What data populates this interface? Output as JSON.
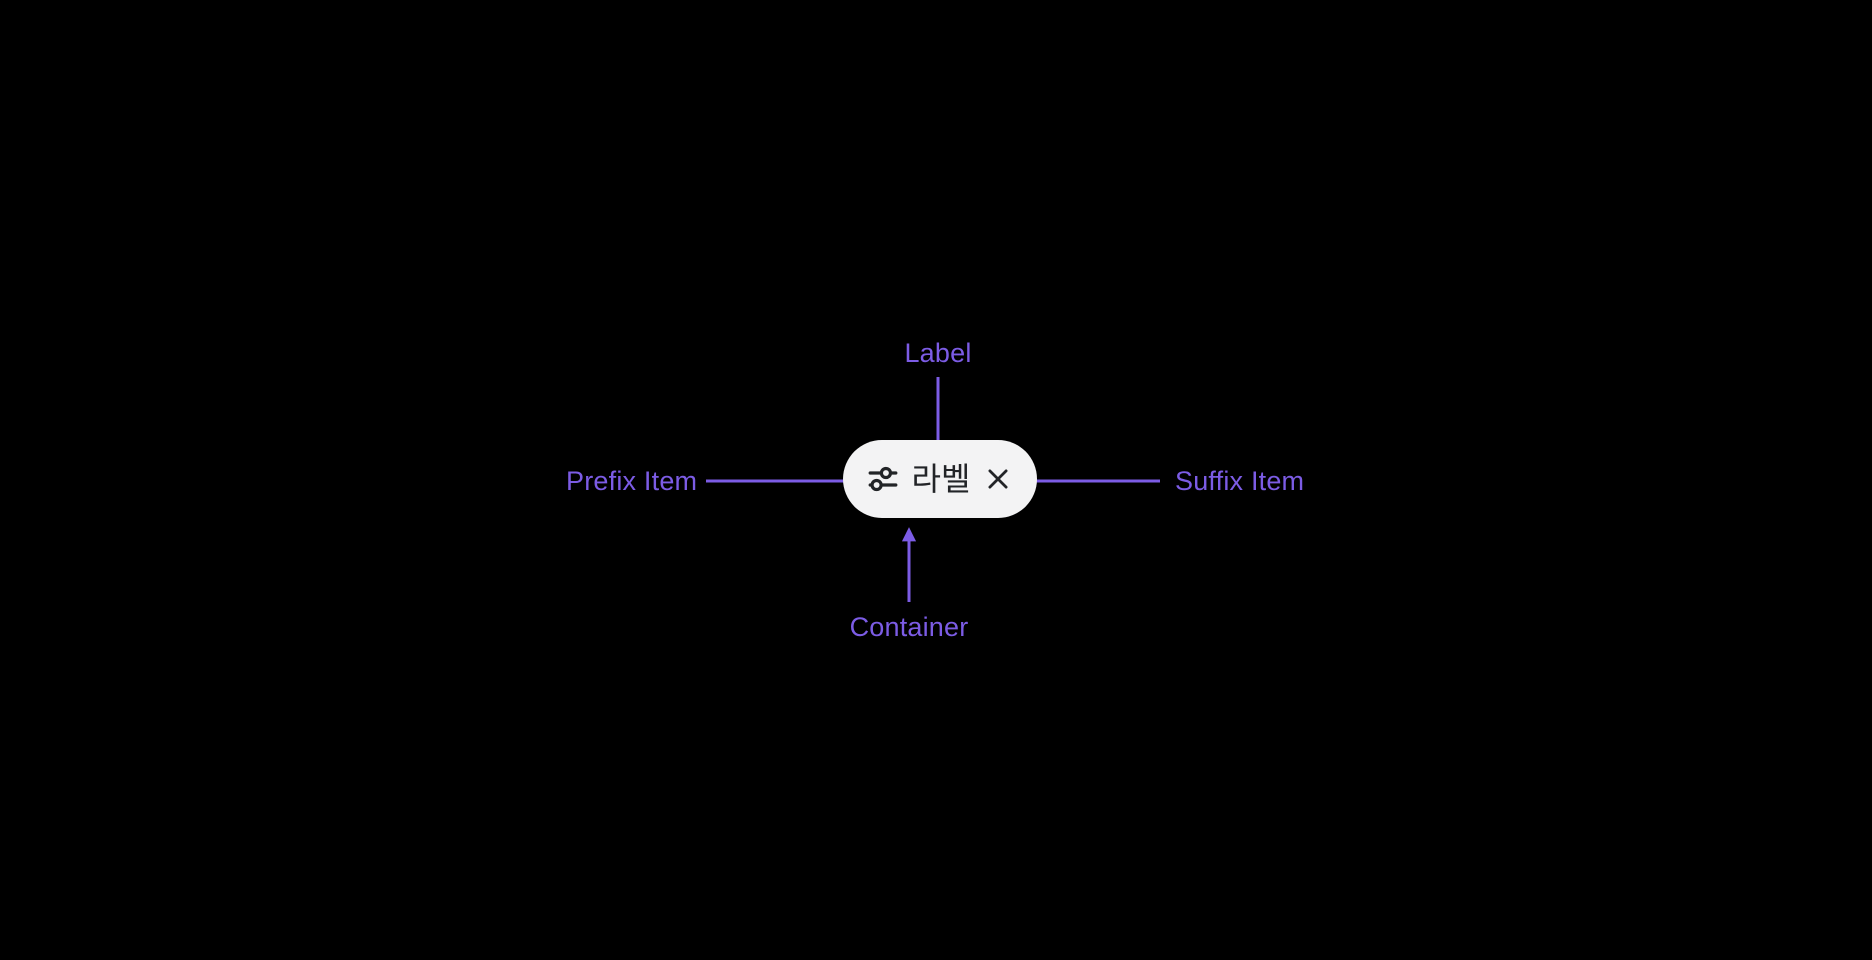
{
  "colors": {
    "accent": "#7C5CE5",
    "chip-bg": "#F3F3F4",
    "chip-fg": "#222427",
    "page-bg": "#000000"
  },
  "diagram": {
    "annotations": {
      "top": "Label",
      "left": "Prefix Item",
      "right": "Suffix Item",
      "bottom": "Container"
    },
    "chip": {
      "label": "라벨",
      "prefix_icon": "sliders-icon",
      "suffix_icon": "close-icon"
    }
  }
}
